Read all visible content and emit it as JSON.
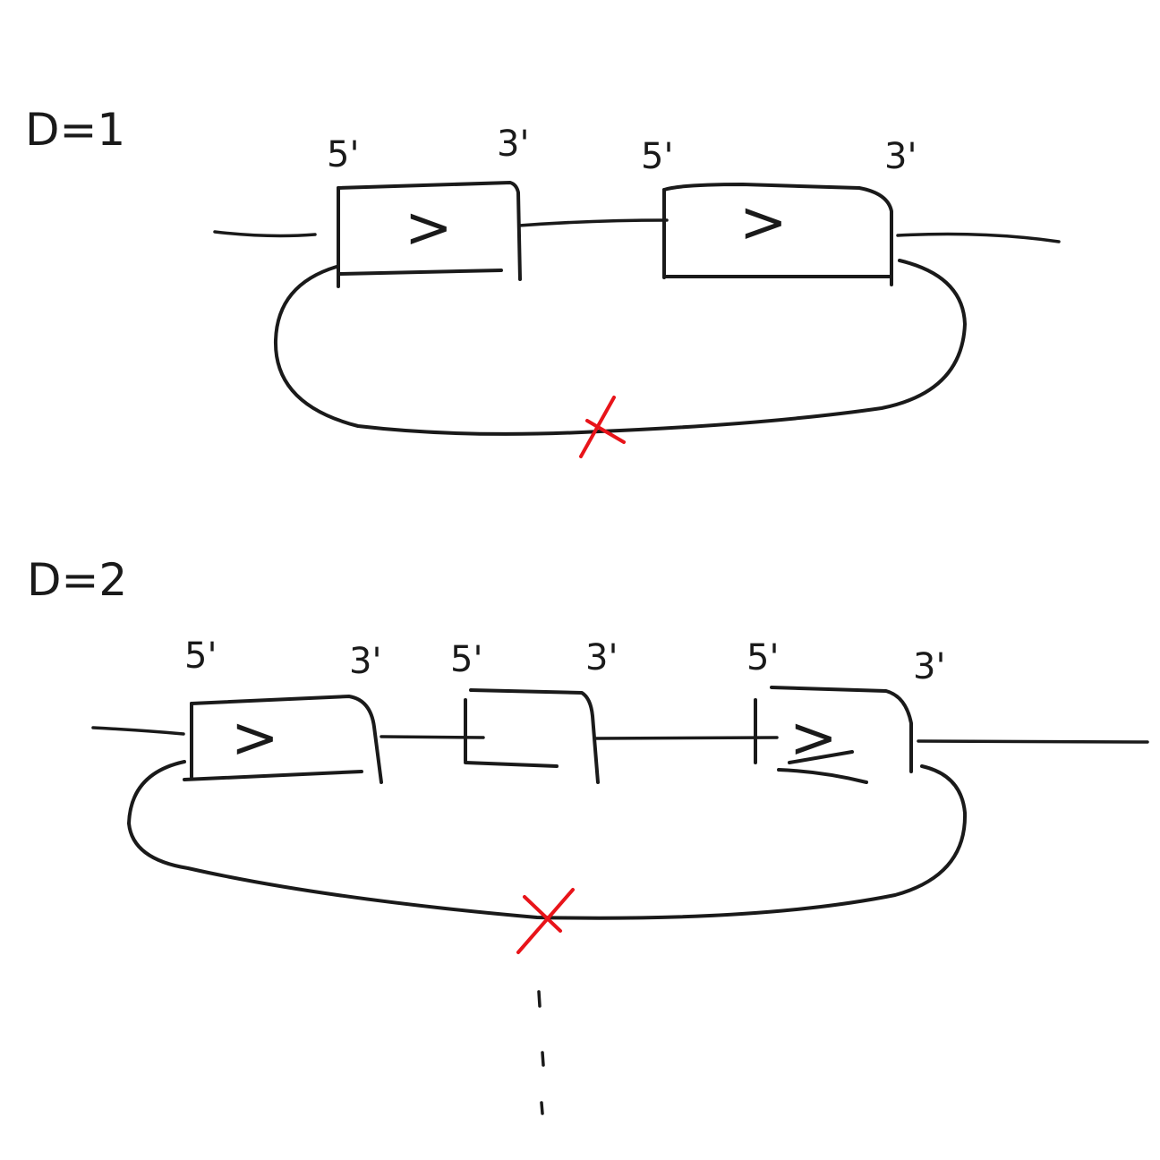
{
  "panels": [
    {
      "label": "D=1",
      "end_labels": [
        "5'",
        "3'",
        "5'",
        "3'"
      ],
      "segments": [
        {
          "glyph": ">"
        },
        {
          "glyph": ">"
        }
      ]
    },
    {
      "label": "D=2",
      "end_labels": [
        "5'",
        "3'",
        "5'",
        "3'",
        "5'",
        "3'"
      ],
      "segments": [
        {
          "glyph": ">"
        },
        {
          "glyph": ""
        },
        {
          "glyph": ">"
        }
      ]
    }
  ],
  "colors": {
    "ink": "#1a1a1a",
    "cut_mark": "#e8141a"
  },
  "icons": {
    "cut": "red-x-icon",
    "continuation": "vertical-ellipsis-icon"
  }
}
